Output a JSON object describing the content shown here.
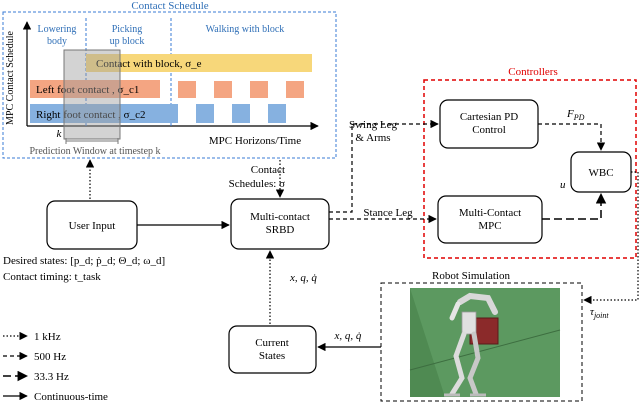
{
  "contact_schedule": {
    "title": "Contact Schedule",
    "y_axis_label": "MPC Contact Schedule",
    "x_axis_label": "MPC Horizons/Time",
    "phases": [
      "Lowering body",
      "Picking up block",
      "Walking with block"
    ],
    "rows": {
      "block": "Contact with block, σ_e",
      "left": "Left foot contact , σ_c1",
      "right": "Right foot contact , σ_c2"
    },
    "k_label": "k",
    "window_label": "Prediction Window at timestep k"
  },
  "controllers": {
    "title": "Controllers"
  },
  "nodes": {
    "cartesian_pd": [
      "Cartesian PD",
      "Control"
    ],
    "multi_contact_mpc": [
      "Multi-Contact",
      "MPC"
    ],
    "wbc": "WBC",
    "srbd": [
      "Multi-contact",
      "SRBD"
    ],
    "user_input": "User Input",
    "current_states": [
      "Current",
      "States"
    ]
  },
  "edge_labels": {
    "swing_leg": [
      "Swing Leg",
      "& Arms"
    ],
    "stance_leg": "Stance Leg",
    "contact_schedules": [
      "Contact",
      "Schedules: σ"
    ],
    "f_pd": "F_PD",
    "u": "u",
    "tau_joint": "τ_joint",
    "state_up": "x, q, q̇",
    "state_in": "x, q, q̇"
  },
  "user_input_notes": {
    "desired": "Desired states: [p_d; ṗ_d; Θ_d; ω_d]",
    "timing": "Contact timing: t_task"
  },
  "robot_simulation": {
    "title": "Robot Simulation"
  },
  "legend": [
    {
      "style": "dotted",
      "label": "1 kHz"
    },
    {
      "style": "dashed",
      "label": "500 Hz"
    },
    {
      "style": "longdash",
      "label": "33.3 Hz"
    },
    {
      "style": "solid",
      "label": "Continuous-time"
    }
  ],
  "colors": {
    "block_bar": "#f7d77a",
    "left_bar": "#f4a582",
    "right_bar": "#86b1e0",
    "schedule_frame": "#3a7bd5",
    "controllers_frame": "#e00000",
    "sim_background": "#4f8a52",
    "title_blue": "#2f6fb7"
  }
}
